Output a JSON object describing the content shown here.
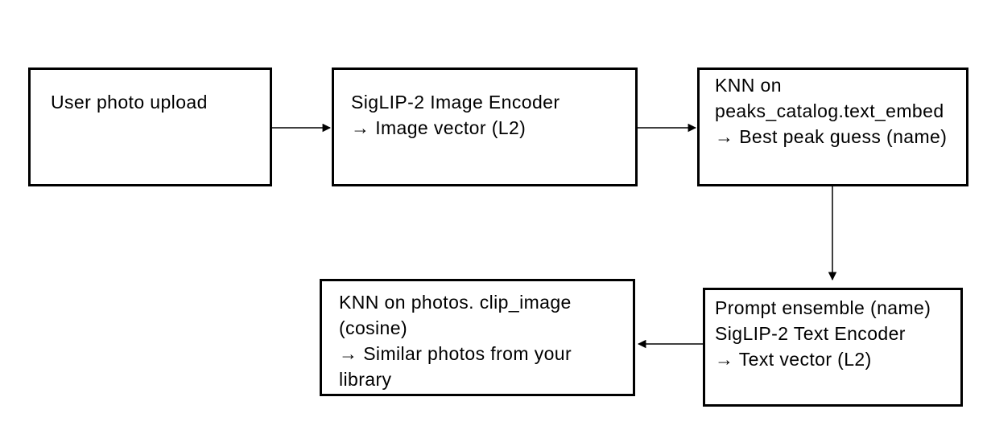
{
  "diagram": {
    "colors": {
      "background": "#ffffff",
      "node_fill": "#ffffff",
      "stroke": "#000000",
      "text": "#000000"
    },
    "nodes": [
      {
        "id": "user-photo-upload",
        "lines": [
          "User photo upload"
        ]
      },
      {
        "id": "siglip2-image-encoder",
        "lines": [
          "SigLIP-2 Image Encoder",
          "→ Image vector (L2)"
        ]
      },
      {
        "id": "knn-peaks-catalog",
        "lines": [
          "KNN on",
          "peaks_catalog.text_embed",
          "→ Best peak guess (name)"
        ]
      },
      {
        "id": "prompt-ensemble-text-encoder",
        "lines": [
          "Prompt ensemble (name)",
          "SigLIP-2 Text Encoder",
          "→ Text vector (L2)"
        ]
      },
      {
        "id": "knn-photos-clip-image",
        "lines": [
          "KNN on photos. clip_image",
          "(cosine)",
          "→ Similar photos from your",
          "library"
        ]
      }
    ],
    "edges": [
      {
        "from": "user-photo-upload",
        "to": "siglip2-image-encoder",
        "direction": "right"
      },
      {
        "from": "siglip2-image-encoder",
        "to": "knn-peaks-catalog",
        "direction": "right"
      },
      {
        "from": "knn-peaks-catalog",
        "to": "prompt-ensemble-text-encoder",
        "direction": "down"
      },
      {
        "from": "prompt-ensemble-text-encoder",
        "to": "knn-photos-clip-image",
        "direction": "left"
      }
    ]
  }
}
